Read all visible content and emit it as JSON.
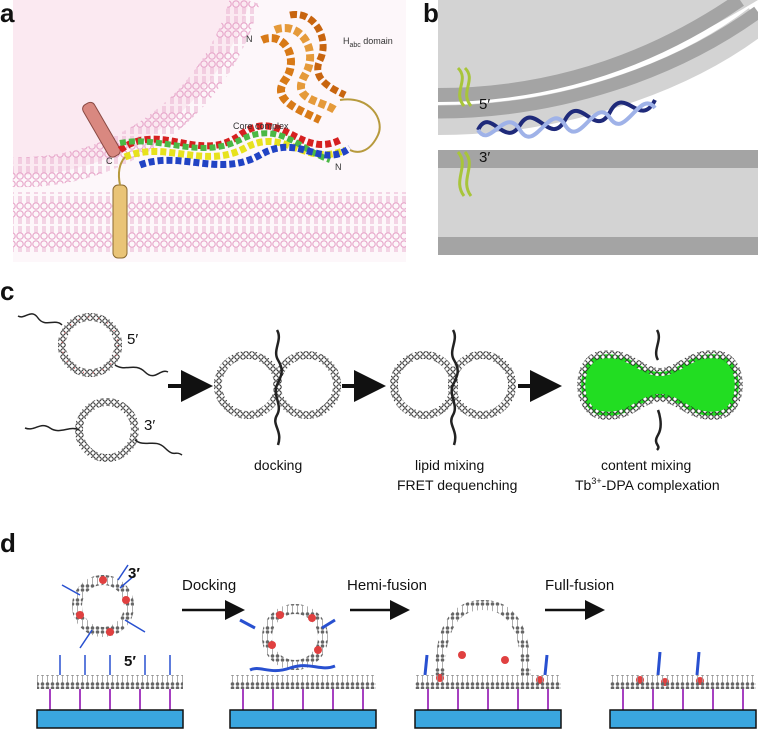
{
  "panel_a": {
    "label": "a",
    "habc_main": "H",
    "habc_sub": "abc",
    "habc_rest": " domain",
    "core_label": "Core complex",
    "n_top": "N",
    "n_right": "N",
    "c_label": "C",
    "colors": {
      "membrane": "#f2c7dd",
      "red": "#d62020",
      "yellow": "#e7e21e",
      "green": "#4bb845",
      "blue": "#2143c4",
      "orange": "#d87a17",
      "tmd_red": "#d98880",
      "tmd_yellow": "#e9c477"
    }
  },
  "panel_b": {
    "label": "b",
    "five_prime": "5′",
    "three_prime": "3′",
    "colors": {
      "membrane_light": "#d3d3d3",
      "membrane_dark": "#a4a4a4",
      "anchor": "#a8c53a",
      "dna_dark": "#1f2a7a",
      "dna_light": "#9fb2e8"
    }
  },
  "panel_c": {
    "label": "c",
    "five_prime": "5′",
    "three_prime": "3′",
    "step1": "docking",
    "step2_line1": "lipid mixing",
    "step2_line2": "FRET dequenching",
    "step3_line1": "content mixing",
    "step3_line2_a": "Tb",
    "step3_line2_sup": "3+",
    "step3_line2_b": "-DPA complexation",
    "colors": {
      "content": "#22dd22",
      "dot_red": "#d84040"
    }
  },
  "panel_d": {
    "label": "d",
    "three_prime": "3′",
    "five_prime": "5′",
    "step1": "Docking",
    "step2": "Hemi-fusion",
    "step3": "Full-fusion",
    "colors": {
      "substrate": "#3aa6df",
      "tether": "#a640c0",
      "dna": "#2850d0",
      "lipid": "#6e6e6e",
      "dot_red": "#e04040"
    }
  }
}
